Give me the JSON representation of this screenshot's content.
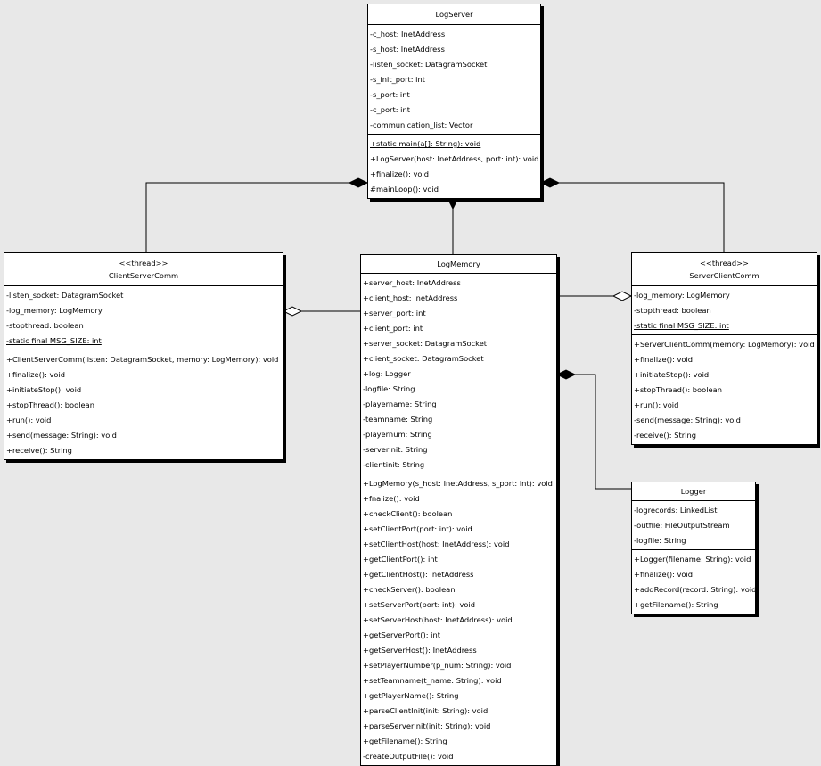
{
  "diagram": {
    "background": "#e8e8e8",
    "classes": {
      "LogServer": {
        "name": "LogServer",
        "stereotype": "",
        "attributes": [
          {
            "text": "-c_host: InetAddress"
          },
          {
            "text": "-s_host: InetAddress"
          },
          {
            "text": "-listen_socket: DatagramSocket"
          },
          {
            "text": "-s_init_port: int"
          },
          {
            "text": "-s_port: int"
          },
          {
            "text": "-c_port: int"
          },
          {
            "text": "-communication_list: Vector"
          }
        ],
        "operations": [
          {
            "text": "+static main(a[]: String): void",
            "static": true
          },
          {
            "text": "+LogServer(host: InetAddress, port: int): void"
          },
          {
            "text": "+finalize(): void"
          },
          {
            "text": "#mainLoop(): void"
          }
        ]
      },
      "ClientServerComm": {
        "name": "ClientServerComm",
        "stereotype": "<<thread>>",
        "attributes": [
          {
            "text": "-listen_socket: DatagramSocket"
          },
          {
            "text": "-log_memory: LogMemory"
          },
          {
            "text": "-stopthread: boolean"
          },
          {
            "text": "-static final MSG_SIZE: int",
            "static": true
          }
        ],
        "operations": [
          {
            "text": "+ClientServerComm(listen: DatagramSocket, memory: LogMemory): void"
          },
          {
            "text": "+finalize(): void"
          },
          {
            "text": "+initiateStop(): void"
          },
          {
            "text": "+stopThread(): boolean"
          },
          {
            "text": "+run(): void"
          },
          {
            "text": "+send(message: String): void"
          },
          {
            "text": "+receive(): String"
          }
        ]
      },
      "LogMemory": {
        "name": "LogMemory",
        "stereotype": "",
        "attributes": [
          {
            "text": "+server_host: InetAddress"
          },
          {
            "text": "+client_host: InetAddress"
          },
          {
            "text": "+server_port: int"
          },
          {
            "text": "+client_port: int"
          },
          {
            "text": "+server_socket: DatagramSocket"
          },
          {
            "text": "+client_socket: DatagramSocket"
          },
          {
            "text": "+log: Logger"
          },
          {
            "text": "-logfile: String"
          },
          {
            "text": "-playername: String"
          },
          {
            "text": "-teamname: String"
          },
          {
            "text": "-playernum: String"
          },
          {
            "text": "-serverinit: String"
          },
          {
            "text": "-clientinit: String"
          }
        ],
        "operations": [
          {
            "text": "+LogMemory(s_host: InetAddress, s_port: int): void"
          },
          {
            "text": "+fnalize(): void"
          },
          {
            "text": "+checkClient(): boolean"
          },
          {
            "text": "+setClientPort(port: int): void"
          },
          {
            "text": "+setClientHost(host: InetAddress): void"
          },
          {
            "text": "+getClientPort(): int"
          },
          {
            "text": "+getClientHost(): InetAddress"
          },
          {
            "text": "+checkServer(): boolean"
          },
          {
            "text": "+setServerPort(port: int): void"
          },
          {
            "text": "+setServerHost(host: InetAddress): void"
          },
          {
            "text": "+getServerPort(): int"
          },
          {
            "text": "+getServerHost(): InetAddress"
          },
          {
            "text": "+setPlayerNumber(p_num: String): void"
          },
          {
            "text": "+setTeamname(t_name: String): void"
          },
          {
            "text": "+getPlayerName(): String"
          },
          {
            "text": "+parseClientInit(init: String): void"
          },
          {
            "text": "+parseServerInit(init: String): void"
          },
          {
            "text": "+getFilename(): String"
          },
          {
            "text": "-createOutputFile(): void"
          }
        ]
      },
      "ServerClientComm": {
        "name": "ServerClientComm",
        "stereotype": "<<thread>>",
        "attributes": [
          {
            "text": "-log_memory: LogMemory"
          },
          {
            "text": "-stopthread: boolean"
          },
          {
            "text": "-static final MSG_SIZE: int",
            "static": true
          }
        ],
        "operations": [
          {
            "text": "+ServerClientComm(memory: LogMemory): void"
          },
          {
            "text": "+finalize(): void"
          },
          {
            "text": "+initiateStop(): void"
          },
          {
            "text": "+stopThread(): boolean"
          },
          {
            "text": "+run(): void"
          },
          {
            "text": "-send(message: String): void"
          },
          {
            "text": "-receive(): String"
          }
        ]
      },
      "Logger": {
        "name": "Logger",
        "stereotype": "",
        "attributes": [
          {
            "text": "-logrecords: LinkedList"
          },
          {
            "text": "-outfile: FileOutputStream"
          },
          {
            "text": "-logfile: String"
          }
        ],
        "operations": [
          {
            "text": "+Logger(filename: String): void"
          },
          {
            "text": "+finalize(): void"
          },
          {
            "text": "+addRecord(record: String): void"
          },
          {
            "text": "+getFilename(): String"
          }
        ]
      }
    },
    "relationships": [
      {
        "from": "LogServer",
        "to": "ClientServerComm",
        "kind": "composition"
      },
      {
        "from": "LogServer",
        "to": "LogMemory",
        "kind": "composition"
      },
      {
        "from": "LogServer",
        "to": "ServerClientComm",
        "kind": "composition"
      },
      {
        "from": "ClientServerComm",
        "to": "LogMemory",
        "kind": "aggregation"
      },
      {
        "from": "ServerClientComm",
        "to": "LogMemory",
        "kind": "aggregation"
      },
      {
        "from": "LogMemory",
        "to": "Logger",
        "kind": "composition"
      }
    ]
  }
}
